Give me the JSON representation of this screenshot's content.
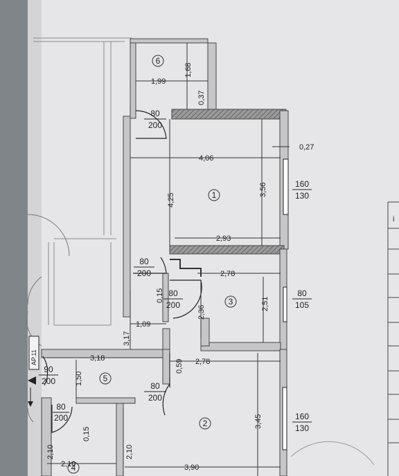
{
  "rooms": [
    {
      "num": "6"
    },
    {
      "num": "1"
    },
    {
      "num": "3"
    },
    {
      "num": "5"
    },
    {
      "num": "2"
    },
    {
      "num": "4"
    }
  ],
  "dims": {
    "r6_width": "1,99",
    "r6_h1": "1,68",
    "r6_h2": "0,37",
    "r1_width": "4,06",
    "r1_height": "4,25",
    "r1_inner_height": "3,56",
    "r1_wall": "0,27",
    "r1_bottom": "2,93",
    "r3_width": "2,78",
    "r3_height": "2,51",
    "r3_inner": "2,36",
    "wall_015a": "0,15",
    "corr_width": "1,09",
    "corr_height": "3,17",
    "hall_width": "3,18",
    "hall_height": "1,50",
    "r2_width": "2,78",
    "r2_wall": "0,59",
    "r2_height": "3,45",
    "r4_wall": "0,15",
    "r4_h1": "2,10",
    "r4_h2": "2,10",
    "bottom_left": "2,10",
    "bottom_total": "3,90"
  },
  "openings": [
    {
      "top": "80",
      "bottom": "200"
    },
    {
      "top": "160",
      "bottom": "130"
    },
    {
      "top": "80",
      "bottom": "200"
    },
    {
      "top": "80",
      "bottom": "200"
    },
    {
      "top": "80",
      "bottom": "105"
    },
    {
      "top": "90",
      "bottom": "200"
    },
    {
      "top": "80",
      "bottom": "200"
    },
    {
      "top": "80",
      "bottom": "200"
    },
    {
      "top": "160",
      "bottom": "130"
    }
  ],
  "entrance_tag": "AP.11",
  "side_table": {
    "cell": "i"
  }
}
